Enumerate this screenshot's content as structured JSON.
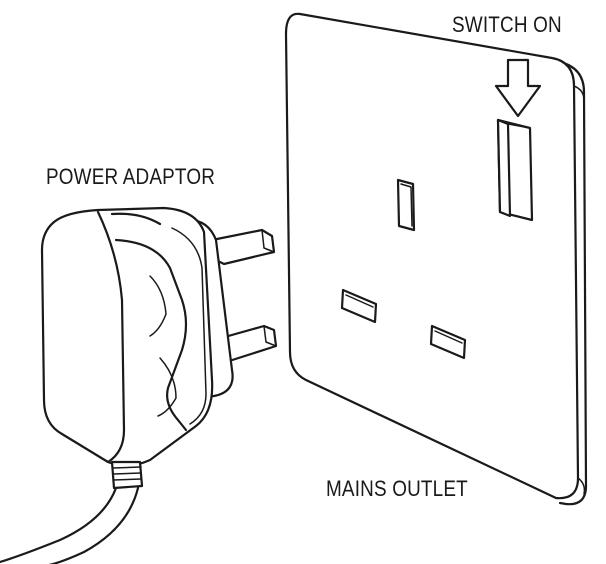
{
  "labels": {
    "switch_on": "SWITCH ON",
    "power_adaptor": "POWER ADAPTOR",
    "mains_outlet": "MAINS OUTLET"
  },
  "colors": {
    "line": "#1a1a1a",
    "background": "#ffffff"
  }
}
